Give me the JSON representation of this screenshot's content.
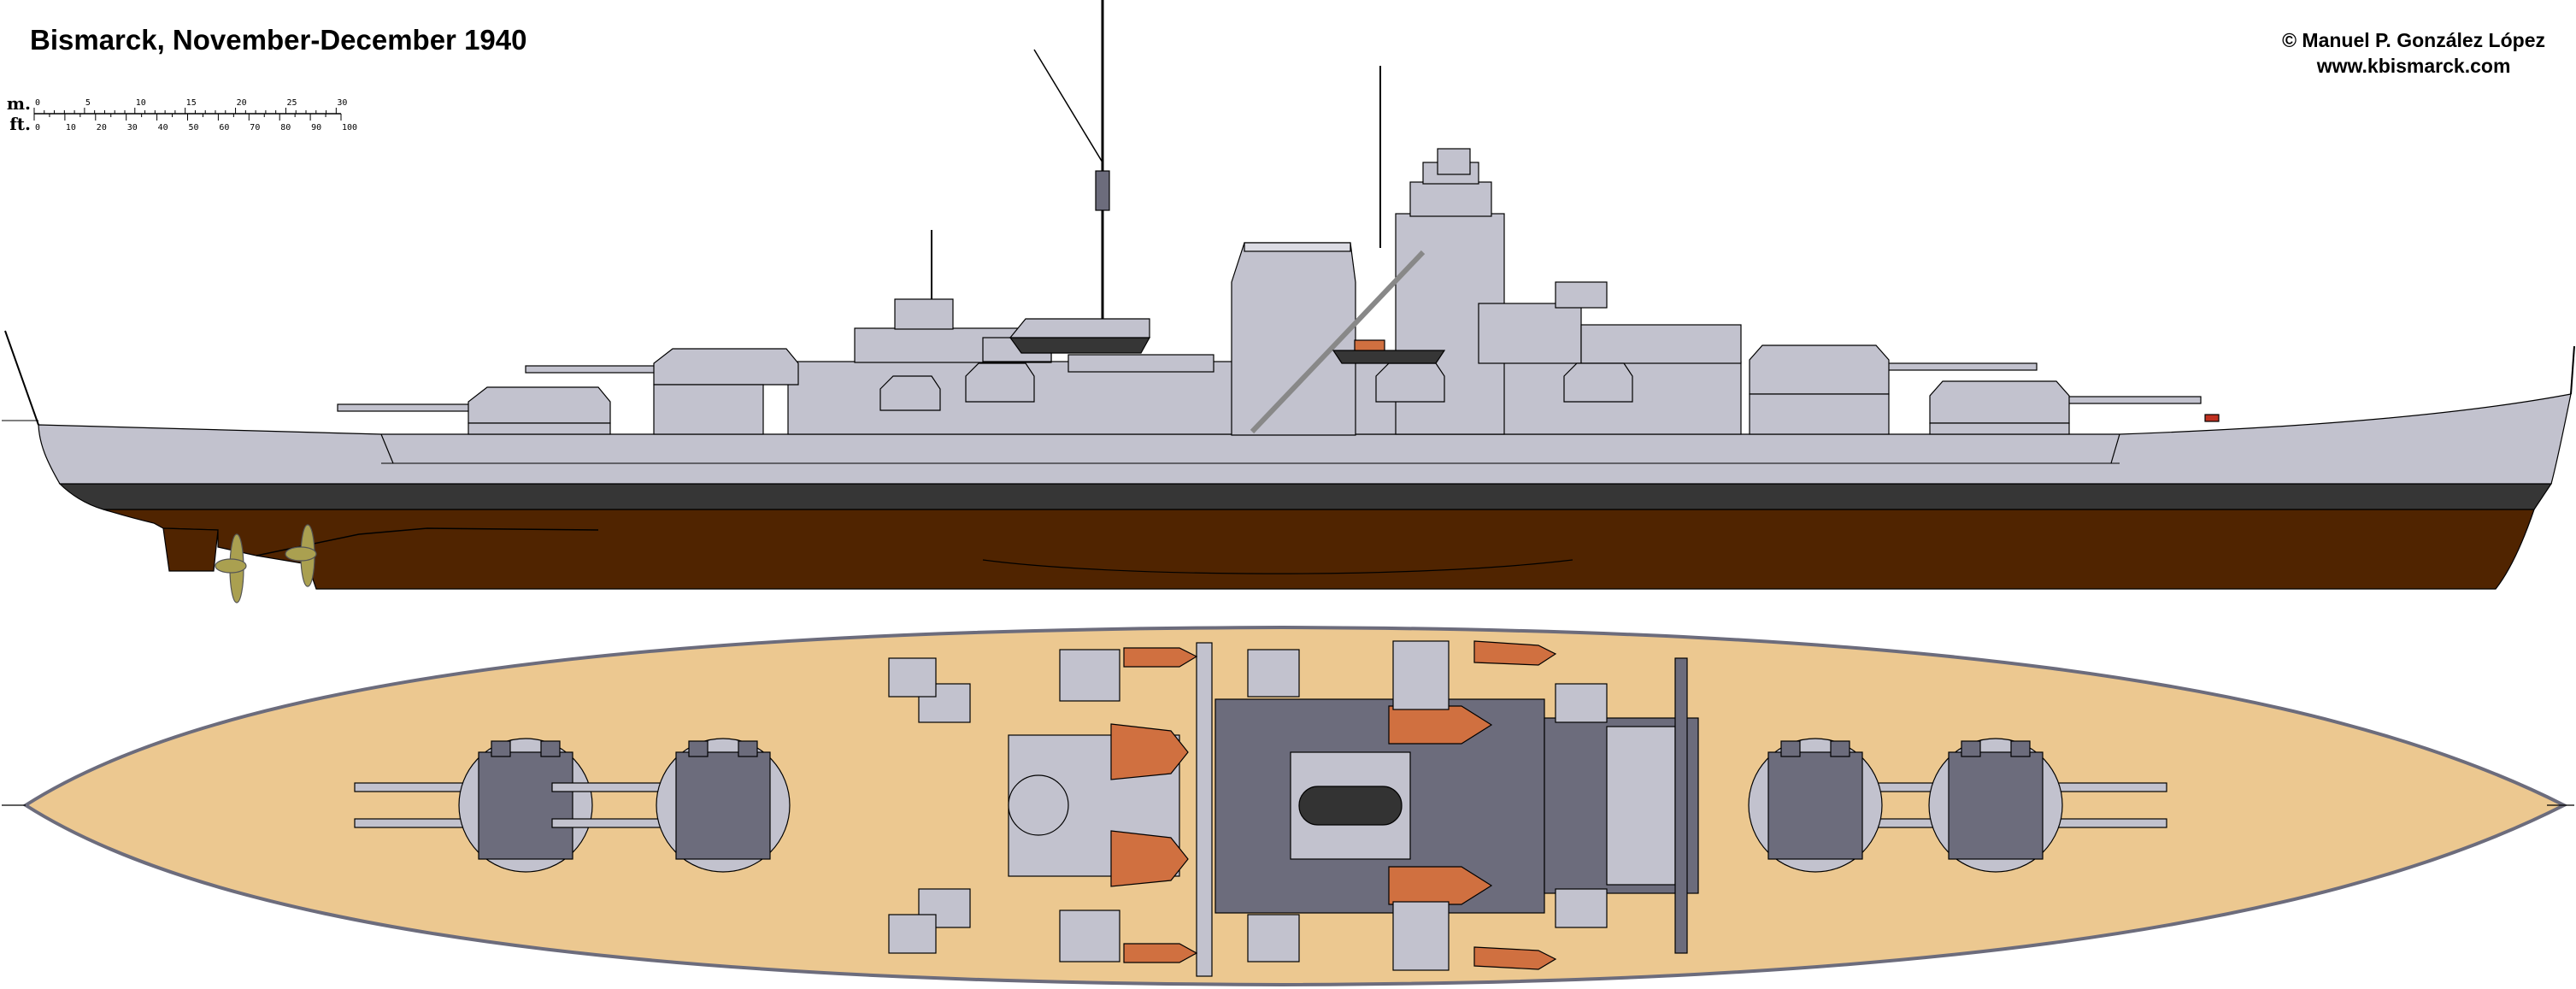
{
  "header": {
    "title": "Bismarck, November-December 1940",
    "credit": "© Manuel P. González López",
    "website": "www.kbismarck.com"
  },
  "scale_bar": {
    "metric_unit": "m.",
    "imperial_unit": "ft.",
    "metric_labels": [
      "0",
      "5",
      "10",
      "15",
      "20",
      "25",
      "30"
    ],
    "metric_max": 30,
    "imperial_labels": [
      "0",
      "10",
      "20",
      "30",
      "40",
      "50",
      "60",
      "70",
      "80",
      "90",
      "100"
    ],
    "imperial_max": 100
  },
  "colors": {
    "hull_grey": "#c2c2ce",
    "boot_topping": "#363636",
    "antifouling": "#502400",
    "deck": "#ecc890",
    "dark_grey": "#6c6c7c",
    "boat_orange": "#d07040",
    "propeller": "#aaa050"
  }
}
